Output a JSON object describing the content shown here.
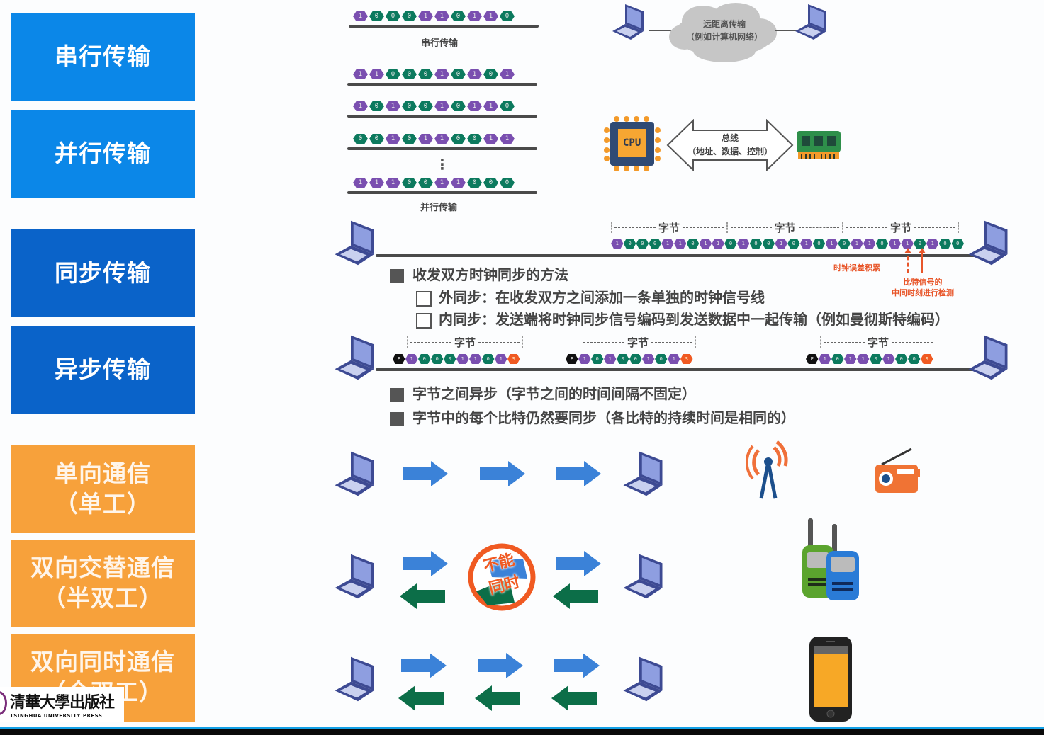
{
  "sidebar": {
    "items": [
      {
        "label": "串行传输",
        "group": "light-blue"
      },
      {
        "label": "并行传输",
        "group": "light-blue"
      },
      {
        "label": "同步传输",
        "group": "dark-blue"
      },
      {
        "label": "异步传输",
        "group": "dark-blue"
      },
      {
        "label_line1": "单向通信",
        "label_line2": "（单工）",
        "group": "orange"
      },
      {
        "label_line1": "双向交替通信",
        "label_line2": "（半双工）",
        "group": "orange"
      },
      {
        "label_line1": "双向同时通信",
        "label_line2": "（全双工）",
        "group": "orange"
      }
    ]
  },
  "serial": {
    "bits": [
      "1",
      "0",
      "0",
      "0",
      "1",
      "1",
      "0",
      "1",
      "1",
      "0"
    ],
    "caption": "串行传输"
  },
  "parallel": {
    "rows": [
      [
        "1",
        "1",
        "0",
        "0",
        "0",
        "1",
        "0",
        "1",
        "0",
        "1"
      ],
      [
        "1",
        "0",
        "1",
        "0",
        "0",
        "1",
        "0",
        "1",
        "1",
        "0"
      ],
      [
        "0",
        "0",
        "1",
        "0",
        "1",
        "1",
        "0",
        "0",
        "1",
        "1"
      ],
      [
        "1",
        "1",
        "1",
        "0",
        "0",
        "1",
        "1",
        "0",
        "0",
        "0"
      ]
    ],
    "ellipsis": "⋮",
    "caption": "并行传输"
  },
  "network": {
    "cloud_line1": "远距离传输",
    "cloud_line2": "（例如计算机网络）"
  },
  "bus": {
    "cpu_label": "CPU",
    "arrow_line1": "总线",
    "arrow_line2": "（地址、数据、控制）"
  },
  "sync": {
    "byte_label": "字节",
    "bits": [
      "1",
      "0",
      "0",
      "0",
      "1",
      "1",
      "0",
      "1",
      "1",
      "0",
      "1",
      "0",
      "0",
      "1",
      "0",
      "1",
      "0",
      "1",
      "0",
      "1",
      "1",
      "0",
      "1",
      "1",
      "0",
      "1",
      "0",
      "0"
    ],
    "note_clock_error": "时钟误差积累",
    "note_mid_detect_1": "比特信号的",
    "note_mid_detect_2": "中间时刻进行检测",
    "heading": "收发双方时钟同步的方法",
    "items": [
      "外同步：在收发双方之间添加一条单独的时钟信号线",
      "内同步：发送端将时钟同步信号编码到发送数据中一起传输（例如曼彻斯特编码）"
    ]
  },
  "async": {
    "byte_label": "字节",
    "frames": [
      [
        "F",
        "1",
        "0",
        "0",
        "0",
        "1",
        "1",
        "0",
        "1",
        "S"
      ],
      [
        "F",
        "1",
        "0",
        "1",
        "0",
        "0",
        "1",
        "0",
        "1",
        "S"
      ],
      [
        "F",
        "1",
        "0",
        "1",
        "1",
        "0",
        "1",
        "0",
        "0",
        "S"
      ]
    ],
    "bullets": [
      "字节之间异步（字节之间的时间间隔不固定）",
      "字节中的每个比特仍然要同步（各比特的持续时间是相同的）"
    ]
  },
  "half_duplex": {
    "stamp_line1": "不能",
    "stamp_line2": "同时"
  },
  "publisher": {
    "name_cn": "清華大學出版社",
    "name_en": "TSINGHUA UNIVERSITY PRESS"
  },
  "colors": {
    "bit_one": "#7a4fb0",
    "bit_zero": "#0c7a5e",
    "arrow_blue": "#3b82d8",
    "arrow_green": "#0c6e48",
    "accent_orange": "#f7a13b",
    "accent_red": "#e8562a"
  }
}
